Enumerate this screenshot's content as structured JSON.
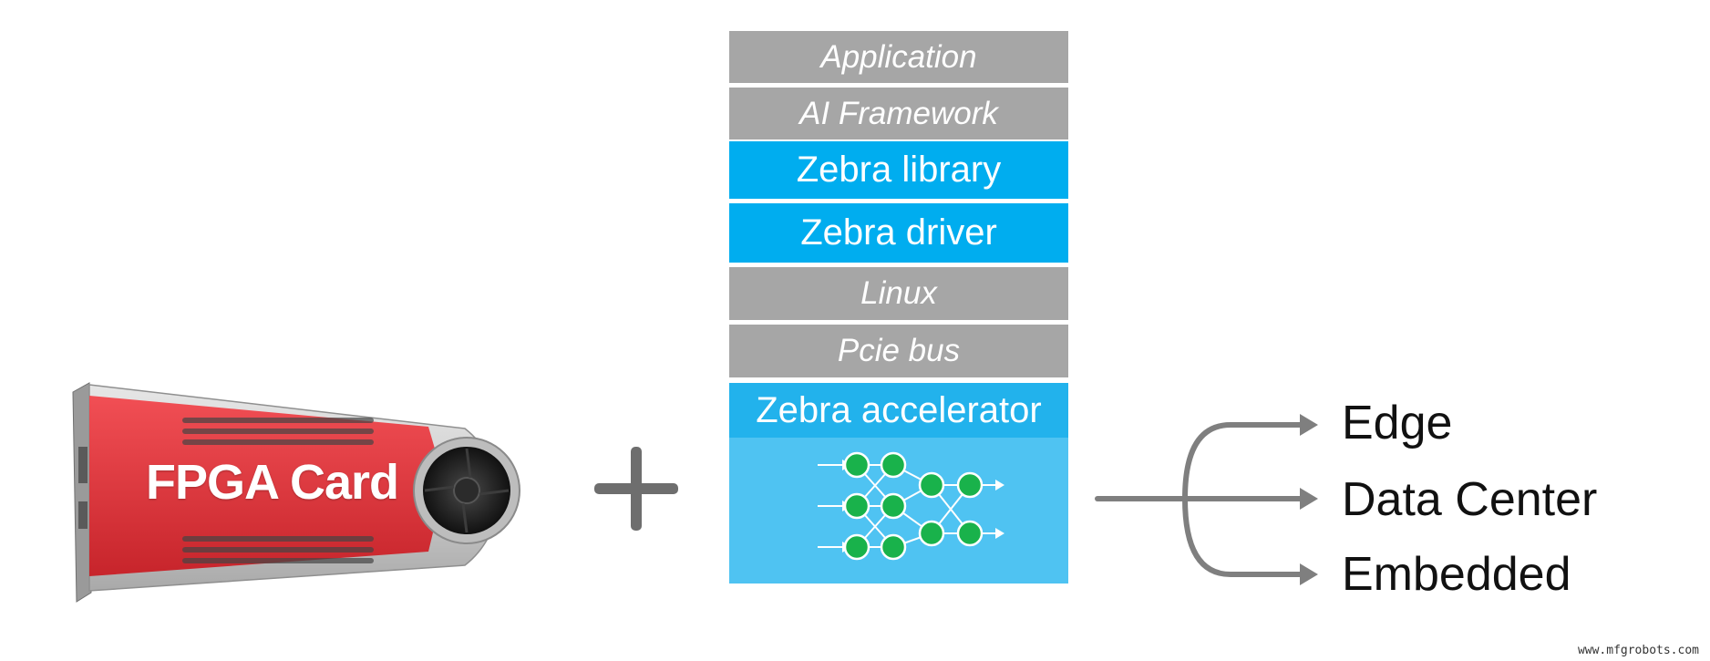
{
  "card": {
    "label": "FPGA Card"
  },
  "stack": {
    "layers": [
      {
        "label": "Application"
      },
      {
        "label": "AI Framework"
      },
      {
        "label": "Zebra library"
      },
      {
        "label": "Zebra driver"
      },
      {
        "label": "Linux"
      },
      {
        "label": "Pcie bus"
      }
    ],
    "accelerator": {
      "label": "Zebra accelerator"
    }
  },
  "targets": [
    "Edge",
    "Data Center",
    "Embedded"
  ],
  "watermark": "www.mfgrobots.com",
  "colors": {
    "gray_layer": "#a6a6a6",
    "blue_layer": "#00adef",
    "accelerator_body": "#4fc3f2",
    "neuron": "#19b24b",
    "card_red": "#e8242b",
    "arrow_gray": "#7f7f7f"
  },
  "icons": {
    "plus": "plus-icon",
    "neural_network": "neural-network-icon",
    "fan": "fan-icon"
  }
}
